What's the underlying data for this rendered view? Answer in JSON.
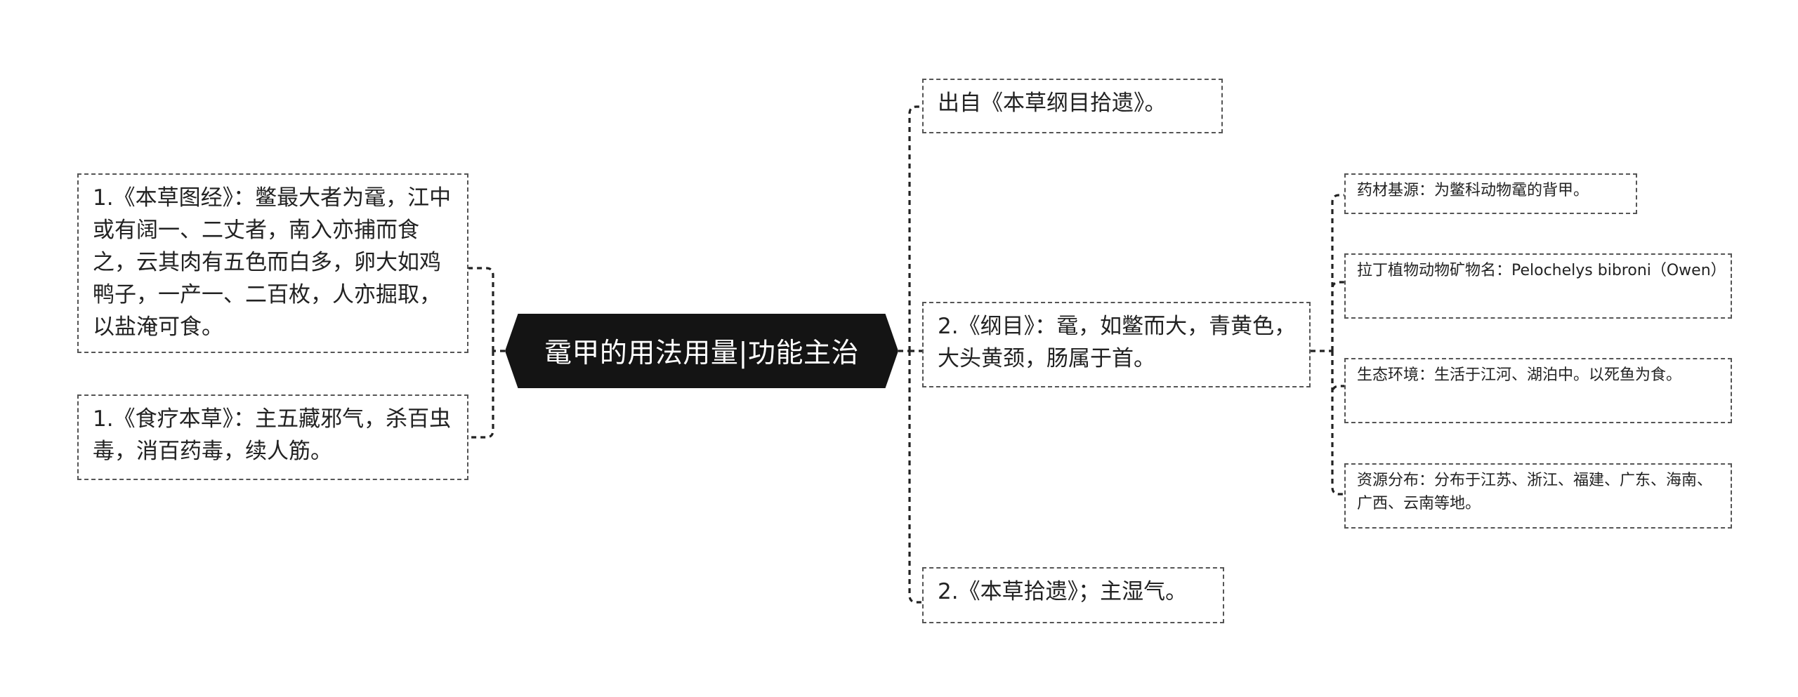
{
  "mindmap": {
    "root": "鼋甲的用法用量|功能主治",
    "left": [
      {
        "text": "1.《本草图经》：鳖最大者为鼋，江中或有阔一、二丈者，南入亦捕而食之，云其肉有五色而白多，卵大如鸡鸭子，一产一、二百枚，人亦掘取，以盐淹可食。"
      },
      {
        "text": "1.《食疗本草》：主五藏邪气，杀百虫毒，消百药毒，续人筋。"
      }
    ],
    "right": [
      {
        "text": "出自《本草纲目拾遗》。"
      },
      {
        "text": "2.《纲目》：鼋，如鳖而大，青黄色，大头黄颈，肠属于首。",
        "children": [
          {
            "text": "药材基源：为鳖科动物鼋的背甲。"
          },
          {
            "text": "拉丁植物动物矿物名：Pelochelys bibroni（Owen）"
          },
          {
            "text": "生态环境：生活于江河、湖泊中。以死鱼为食。"
          },
          {
            "text": "资源分布：分布于江苏、浙江、福建、广东、海南、广西、云南等地。"
          }
        ]
      },
      {
        "text": "2.《本草拾遗》；主湿气。"
      }
    ]
  }
}
